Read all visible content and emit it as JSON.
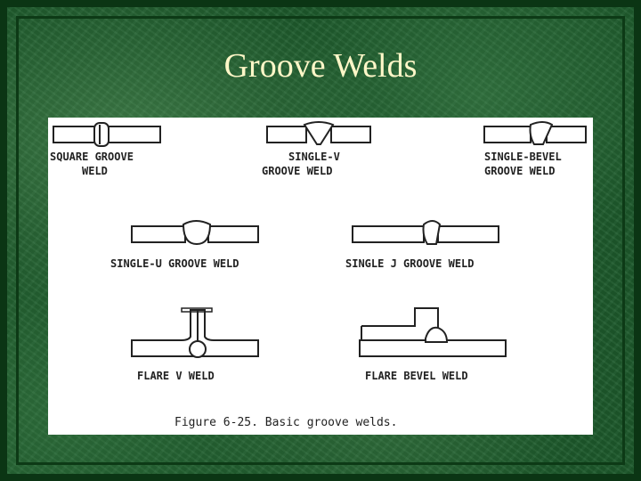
{
  "slide": {
    "title": "Groove Welds"
  },
  "figure": {
    "labels": {
      "square_groove_l1": "SQUARE GROOVE",
      "square_groove_l2": "WELD",
      "single_v_l1": "SINGLE-V",
      "single_v_l2": "GROOVE WELD",
      "single_bevel_l1": "SINGLE-BEVEL",
      "single_bevel_l2": "GROOVE WELD",
      "single_u": "SINGLE-U GROOVE WELD",
      "single_j": "SINGLE J GROOVE WELD",
      "flare_v": "FLARE V WELD",
      "flare_bevel": "FLARE BEVEL WELD"
    },
    "caption": "Figure 6-25.  Basic groove welds."
  }
}
